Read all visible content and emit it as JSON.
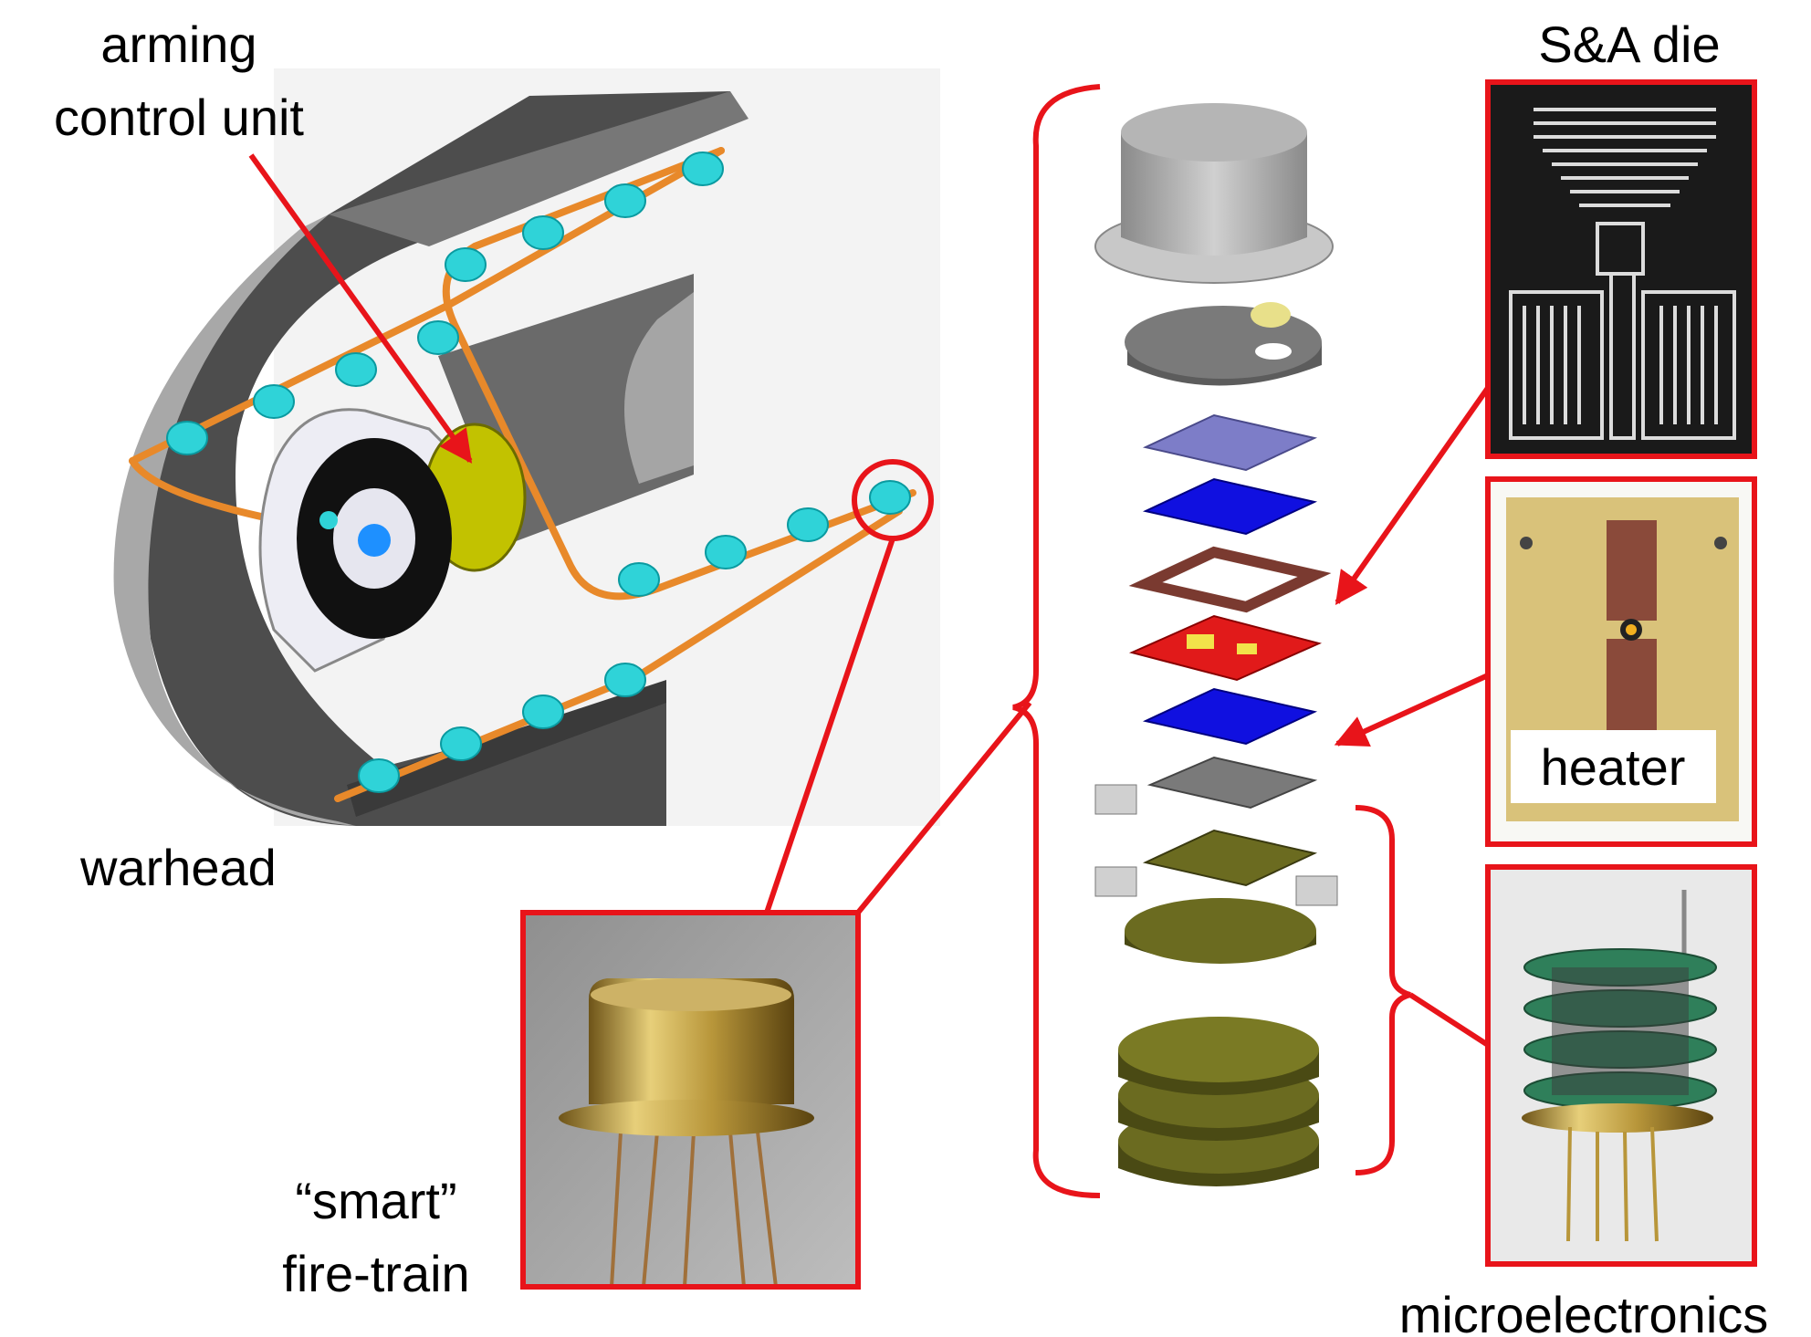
{
  "labels": {
    "arming_line1": "arming",
    "arming_line2": "control unit",
    "warhead": "warhead",
    "smart_line1": "“smart”",
    "smart_line2": "fire-train",
    "sa_die": "S&A die",
    "heater": "heater",
    "microelectronics": "microelectronics"
  },
  "colors": {
    "callout_red": "#e8141a",
    "hull_dark": "#4a4a4a",
    "hull_light": "#9a9a9a",
    "cable_orange": "#e8892a",
    "detonator_cyan": "#2fd3d8",
    "layer_blue": "#1010e0",
    "layer_purple": "#7d7dc8",
    "layer_brown": "#7a3a30",
    "layer_olive": "#6b6b20",
    "gold": "#b8963a"
  }
}
